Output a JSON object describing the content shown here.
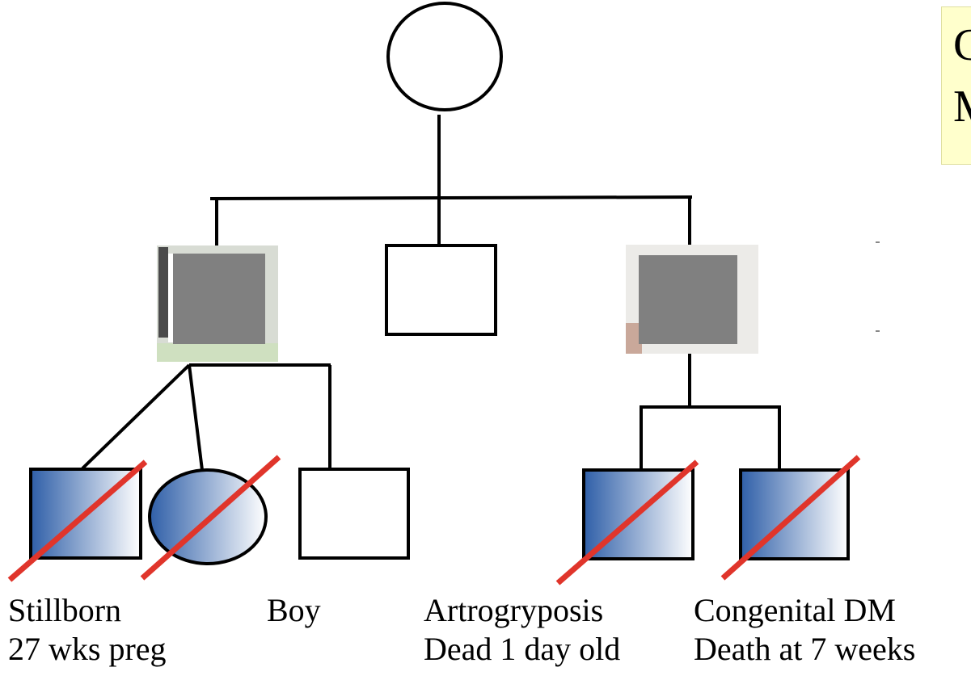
{
  "colors": {
    "line": "#000000",
    "affected_fill_dark": "#2f5fa8",
    "affected_fill_light": "#ffffff",
    "deceased_mark": "#e0352b",
    "photo_mask": "#808080",
    "title_bg": "#ffffcc"
  },
  "title_fragment": [
    "C",
    "M"
  ],
  "generations": {
    "gen1": [
      {
        "id": "grandmother",
        "sex": "female",
        "affected": false,
        "deceased": false
      }
    ],
    "gen2": [
      {
        "id": "parent-left",
        "sex": "male",
        "photo": true
      },
      {
        "id": "parent-middle",
        "sex": "male",
        "affected": false
      },
      {
        "id": "parent-right",
        "sex": "male",
        "photo": true
      }
    ],
    "gen3": [
      {
        "id": "child-1",
        "sex": "male",
        "affected": true,
        "deceased": true
      },
      {
        "id": "child-2",
        "sex": "female",
        "affected": true,
        "deceased": true
      },
      {
        "id": "child-3",
        "sex": "male",
        "affected": false,
        "deceased": false
      },
      {
        "id": "child-4",
        "sex": "male",
        "affected": true,
        "deceased": true
      },
      {
        "id": "child-5",
        "sex": "male",
        "affected": true,
        "deceased": true
      }
    ]
  },
  "labels": {
    "stillborn": {
      "line1": "Stillborn",
      "line2": "27 wks preg"
    },
    "boy": {
      "line1": "Boy"
    },
    "artrogryposis": {
      "line1": "Artrogryposis",
      "line2": "Dead 1 day old"
    },
    "congenital": {
      "line1": "Congenital DM",
      "line2": "Death at 7  weeks"
    }
  }
}
